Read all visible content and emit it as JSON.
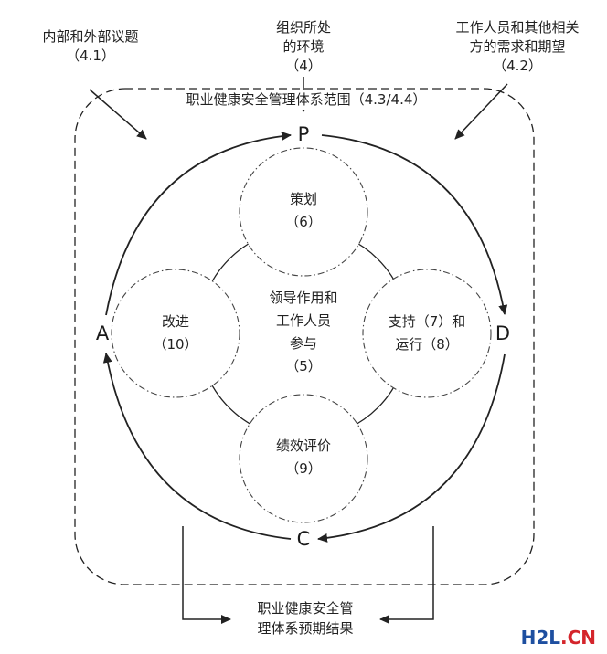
{
  "external_issues": {
    "line1": "内部和外部议题",
    "line2": "（4.1）"
  },
  "context": {
    "line1": "组织所处",
    "line2": "的环境",
    "line3": "（4）"
  },
  "stakeholders": {
    "line1": "工作人员和其他相关",
    "line2": "方的需求和期望",
    "line3": "（4.2）"
  },
  "scope_title": "职业健康安全管理体系范围（4.3/4.4）",
  "pdca": {
    "p": "P",
    "d": "D",
    "c": "C",
    "a": "A"
  },
  "planning": {
    "line1": "策划",
    "line2": "（6）"
  },
  "improvement": {
    "line1": "改进",
    "line2": "（10）"
  },
  "support": {
    "line1": "支持（7）和",
    "line2": "运行（8）"
  },
  "evaluation": {
    "line1": "绩效评价",
    "line2": "（9）"
  },
  "leadership": {
    "line1": "领导作用和",
    "line2": "工作人员",
    "line3": "参与",
    "line4": "（5）"
  },
  "outcome": {
    "line1": "职业健康安全管",
    "line2": "理体系预期结果"
  },
  "watermark": {
    "part1": "H2L",
    "part2": ".CN"
  },
  "colors": {
    "line": "#222222",
    "watermark_blue": "#1e4fa0",
    "watermark_red": "#d4252b"
  }
}
